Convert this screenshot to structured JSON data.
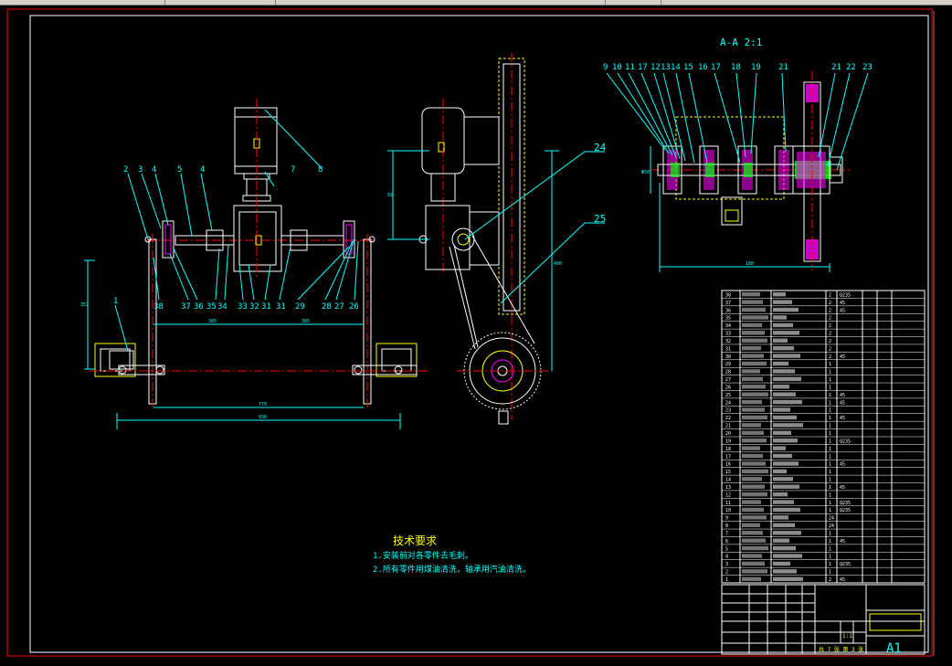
{
  "section_title": "A-A 2:1",
  "balloons_front": [
    "2",
    "3",
    "4",
    "5",
    "4",
    "7",
    "8"
  ],
  "balloons_front_bottom": [
    "1",
    "38",
    "37",
    "36",
    "35",
    "34",
    "33",
    "32",
    "31",
    "31",
    "29",
    "28",
    "27",
    "26"
  ],
  "balloons_side": [
    "24",
    "25"
  ],
  "balloons_section": [
    "9",
    "10",
    "11",
    "17",
    "12",
    "13",
    "14",
    "15",
    "16",
    "17",
    "18",
    "19",
    "21",
    "21",
    "22",
    "23"
  ],
  "tech_req": {
    "heading": "技术要求",
    "line1": "1.安装前对各零件去毛刺。",
    "line2": "2.所有零件用煤油清洗，轴承用汽油清洗。"
  },
  "title_block": {
    "sheet_size": "A1",
    "scale": "1:1",
    "sheet_info": "共 7 张 第 3 张"
  },
  "bom_numbers": [
    "38",
    "37",
    "36",
    "35",
    "34",
    "33",
    "32",
    "31",
    "30",
    "29",
    "28",
    "27",
    "26",
    "25",
    "24",
    "23",
    "22",
    "21",
    "20",
    "19",
    "18",
    "17",
    "16",
    "15",
    "14",
    "13",
    "12",
    "11",
    "10",
    "9",
    "8",
    "7",
    "6",
    "5",
    "4",
    "3",
    "2",
    "1"
  ],
  "bom_col_qty": [
    "2",
    "2",
    "2",
    "2",
    "2",
    "2",
    "2",
    "2",
    "2",
    "1",
    "1",
    "1",
    "1",
    "1",
    "1",
    "1",
    "1",
    "1",
    "1",
    "1",
    "1",
    "1",
    "1",
    "1",
    "1",
    "1",
    "1",
    "1",
    "1",
    "24",
    "24",
    "1",
    "1",
    "1",
    "1",
    "1",
    "1",
    "2"
  ],
  "bom_col_mat": [
    "Q235",
    "45",
    "45",
    "",
    "",
    "",
    "",
    "",
    "45",
    "",
    "",
    "",
    "",
    "45",
    "45",
    "",
    "45",
    "",
    "",
    "Q235",
    "",
    "",
    "45",
    "",
    "",
    "45",
    "",
    "Q235",
    "Q235",
    "",
    "",
    "",
    "45",
    "",
    "",
    "Q235",
    "",
    "45"
  ],
  "colors": {
    "background": "#000000",
    "frame": "#ff0000",
    "border": "#ffffff",
    "geometry": "#ffffff",
    "center": "#ff0000",
    "dimension": "#00ffff",
    "hidden": "#ffff00",
    "bearing": "#ff00ff",
    "shaft": "#00ff00",
    "text_yellow": "#ffff00",
    "text_cyan": "#00ffff"
  }
}
